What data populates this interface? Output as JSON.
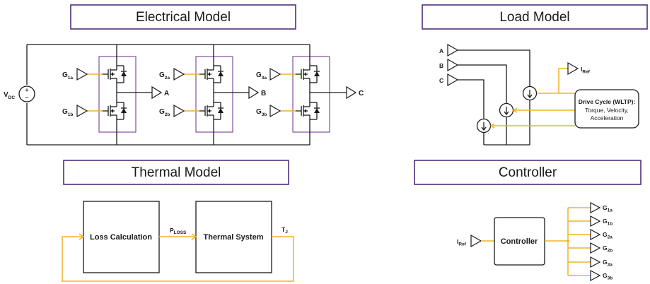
{
  "sections": {
    "electrical": "Electrical Model",
    "load": "Load Model",
    "thermal": "Thermal Model",
    "controller": "Controller"
  },
  "electrical": {
    "vdc": "V",
    "vdc_sub": "DC",
    "legs": [
      {
        "gate_top": "G",
        "gate_top_sub": "1a",
        "gate_bot": "G",
        "gate_bot_sub": "1b",
        "output": "A"
      },
      {
        "gate_top": "G",
        "gate_top_sub": "2a",
        "gate_bot": "G",
        "gate_bot_sub": "2b",
        "output": "B"
      },
      {
        "gate_top": "G",
        "gate_top_sub": "3a",
        "gate_bot": "G",
        "gate_bot_sub": "3b",
        "output": "C"
      }
    ]
  },
  "load": {
    "inputs": [
      "A",
      "B",
      "C"
    ],
    "iref": "I",
    "iref_sub": "Ref",
    "drive_cycle_title": "Drive Cycle (WLTP):",
    "drive_cycle_line2": "Torque, Velocity,",
    "drive_cycle_line3": "Acceleration"
  },
  "thermal": {
    "loss_block": "Loss Calculation",
    "thermal_block": "Thermal System",
    "ploss": "P",
    "ploss_sub": "LOSS",
    "tj": "T",
    "tj_sub": "J"
  },
  "controller": {
    "iref": "I",
    "iref_sub": "Ref",
    "block": "Controller",
    "outputs": [
      {
        "label": "G",
        "sub": "1a"
      },
      {
        "label": "G",
        "sub": "1b"
      },
      {
        "label": "G",
        "sub": "2a"
      },
      {
        "label": "G",
        "sub": "2b"
      },
      {
        "label": "G",
        "sub": "3a"
      },
      {
        "label": "G",
        "sub": "3b"
      }
    ]
  },
  "colors": {
    "signal": "#f0b323",
    "header_border": "#4f2f7f",
    "leg_box": "#6a2b8c",
    "wire": "#1a1a1a"
  }
}
